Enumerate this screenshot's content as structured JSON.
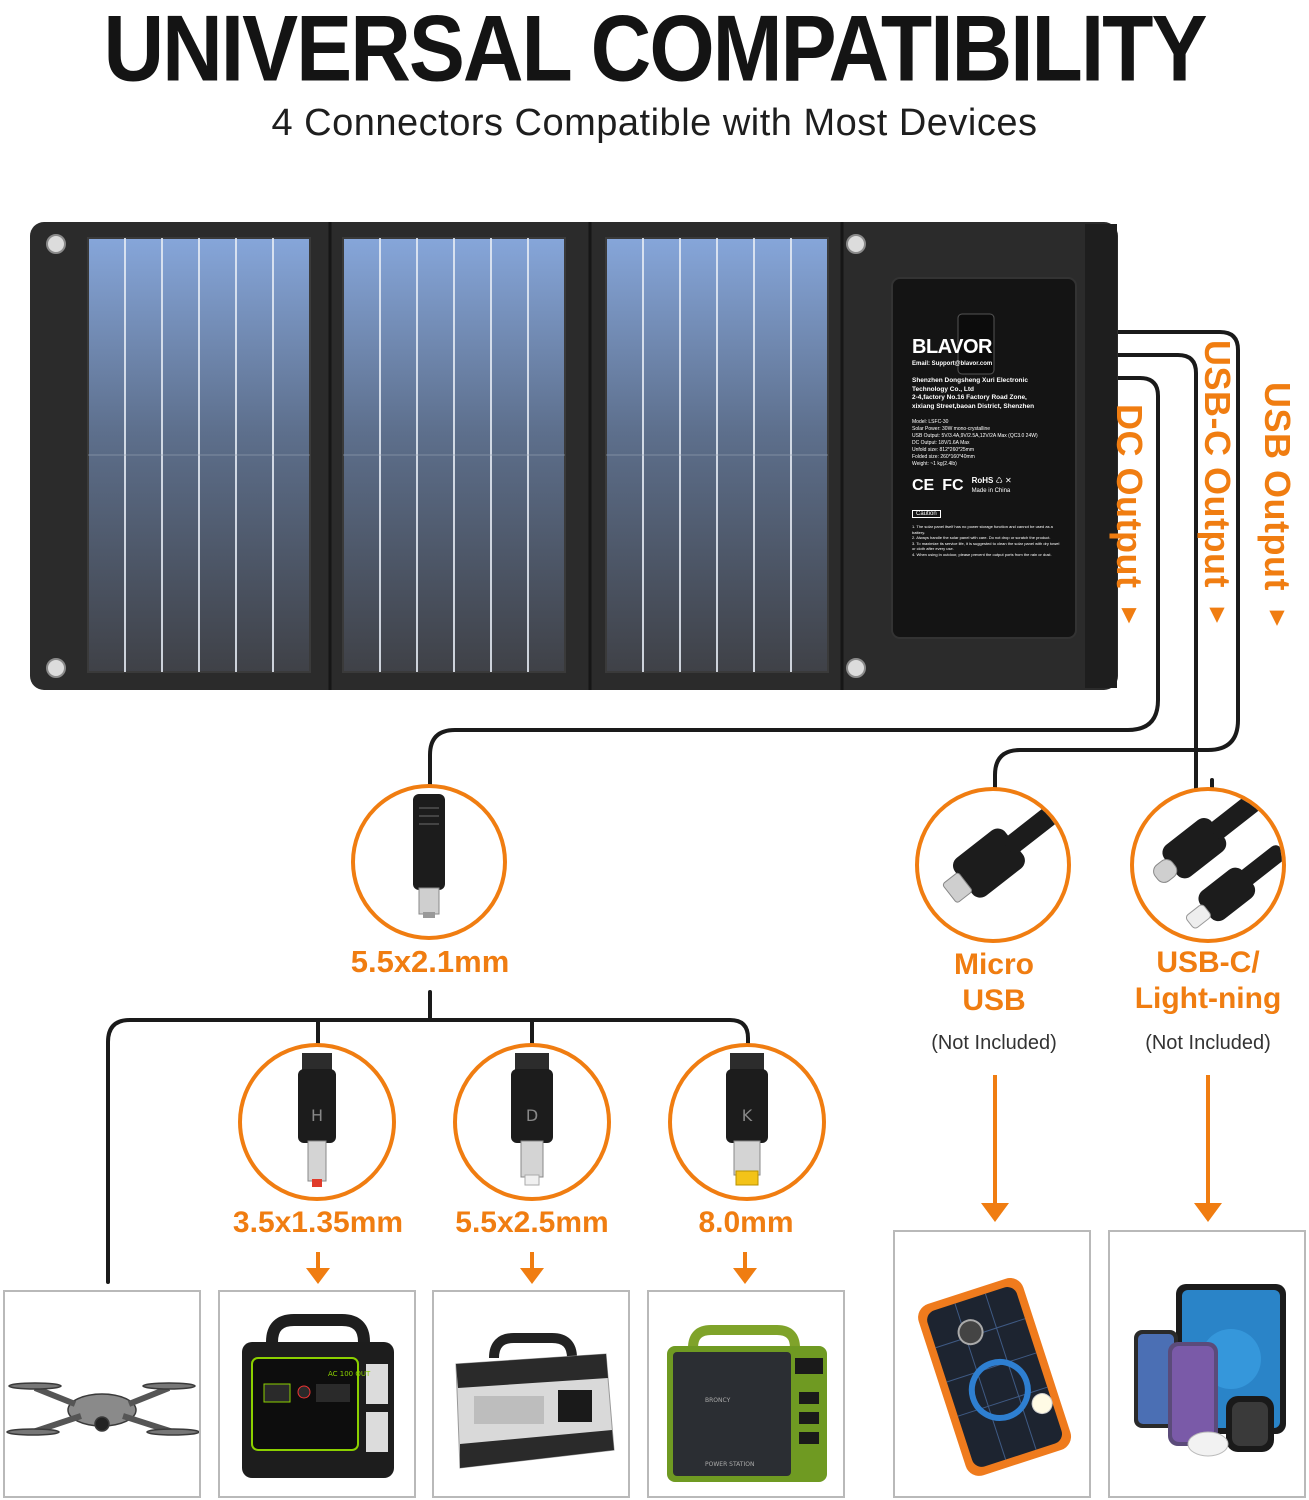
{
  "header": {
    "title": "UNIVERSAL COMPATIBILITY",
    "subtitle": "4 Connectors Compatible with Most Devices"
  },
  "panel": {
    "brand": "BLAVOR",
    "email": "Email: Support@blavor.com",
    "company_lines": [
      "Shenzhen Dongsheng Xuri Electronic",
      "Technology Co., Ltd",
      "2-4,factory No.16 Factory Road Zone,",
      "xixiang Street,baoan District, Shenzhen"
    ],
    "spec_lines": [
      "Model: LSFC-30",
      "Solar Power: 30W mono-crystalline",
      "USB Output: 5V/3.4A,9V/2.5A,12V/2A Max (QC3.0 24W)",
      "DC Output: 18V/1.6A Max",
      "Unfold size: 812*260*25mm",
      "Folded size: 260*160*40mm",
      "Weight: ~1 kg(2.4lb)"
    ],
    "marks": {
      "ce": "CE",
      "fc": "FC",
      "rohs": "RoHS",
      "made_in": "Made in China"
    },
    "caution_title": "Caution",
    "caution_lines": [
      "1. The solar panel itself has no power storage function and cannot be used as a battery.",
      "2. Always handle the solar panel with care. Do not drop or scratch the product.",
      "3. To maximize its service life, it is suggested to clean the solar panel with dry towel or cloth after every use.",
      "4. When using in outdoor, please prevent the output ports from the rain or dust."
    ]
  },
  "outputs": {
    "dc": "DC Output",
    "usbc": "USB-C Output",
    "usb": "USB Output",
    "arrow": "▼"
  },
  "connectors": {
    "main_dc": "5.5x2.1mm",
    "micro_usb_line1": "Micro",
    "micro_usb_line2": "USB",
    "micro_note": "(Not Included)",
    "usbc_line1": "USB-C/",
    "usbc_line2": "Light-ning",
    "usbc_note": "(Not Included)",
    "tip1": "3.5x1.35mm",
    "tip2": "5.5x2.5mm",
    "tip3": "8.0mm",
    "tip1_letter": "H",
    "tip2_letter": "D",
    "tip3_letter": "K"
  },
  "devices": {
    "station1_label": "AC 100 OUT",
    "station3_brand": "BRONCY",
    "station3_label": "POWER STATION"
  },
  "colors": {
    "accent": "#f07d11",
    "panel_frame": "#2a2a2a",
    "cell_blue": "#7e9bcf",
    "cable": "#1a1a1a"
  }
}
